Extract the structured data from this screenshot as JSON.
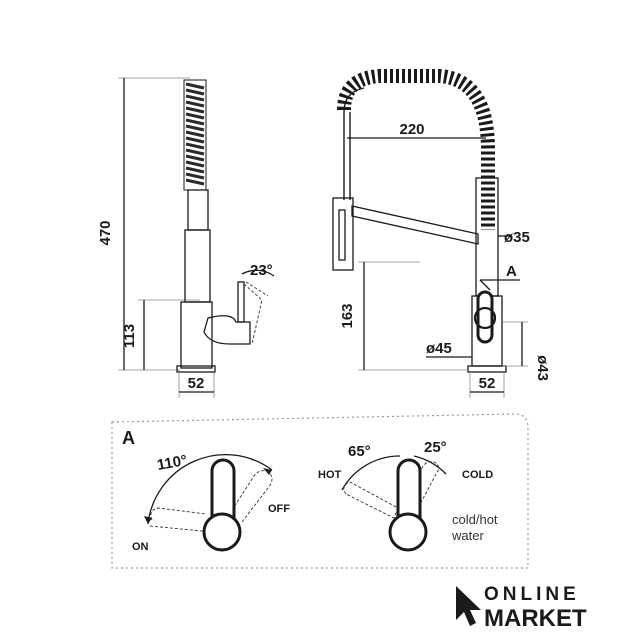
{
  "side_view": {
    "height_total": "470",
    "handle_height": "113",
    "base_width": "52",
    "handle_angle": "23°"
  },
  "front_view": {
    "reach": "220",
    "spout_diameter": "ø35",
    "handle_height": "163",
    "detail_marker": "A",
    "body_diameter": "ø45",
    "base_diameter": "ø43",
    "base_width": "52"
  },
  "detail_a": {
    "marker": "A",
    "rotation_angle": "110°",
    "on_label": "ON",
    "off_label": "OFF",
    "hot_angle": "65°",
    "cold_angle": "25°",
    "hot_label": "HOT",
    "cold_label": "COLD",
    "note_line1": "cold/hot",
    "note_line2": "water"
  },
  "brand": {
    "line1": "ONLINE",
    "line2": "MARKET"
  }
}
